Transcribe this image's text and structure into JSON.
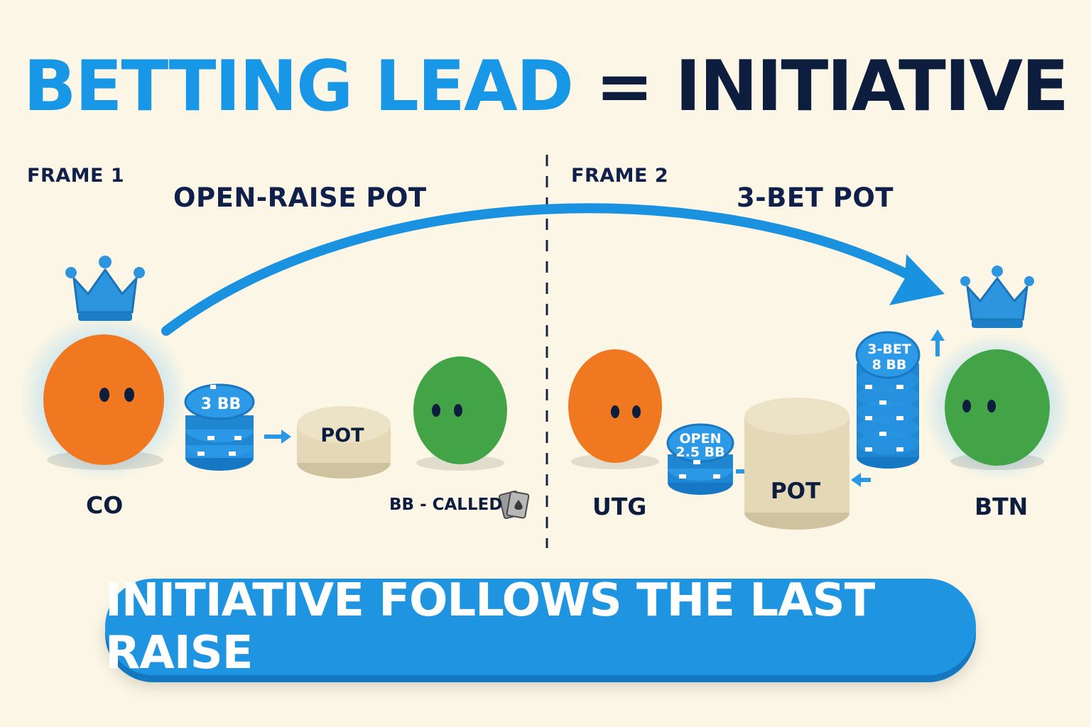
{
  "title": {
    "part1": "BETTING LEAD",
    "equals": "=",
    "part2": "INITIATIVE"
  },
  "frame1": {
    "label": "FRAME 1",
    "title": "OPEN-RAISE POT",
    "raiser": "CO",
    "raise_chip": "3 BB",
    "pot": "POT",
    "caller": "BB - CALLED"
  },
  "frame2": {
    "label": "FRAME 2",
    "title": "3-BET POT",
    "opener": "UTG",
    "open_chip_line1": "OPEN",
    "open_chip_line2": "2.5 BB",
    "pot": "POT",
    "threebet_chip_line1": "3-BET",
    "threebet_chip_line2": "8 BB",
    "threebettor": "BTN"
  },
  "banner": "INITIATIVE FOLLOWS THE LAST RAISE",
  "colors": {
    "blue": "#1797e6",
    "navy": "#0d1d3d",
    "orange": "#f07820",
    "green": "#43a447",
    "pot": "#e8dcbc",
    "background": "#fbf6e6"
  }
}
